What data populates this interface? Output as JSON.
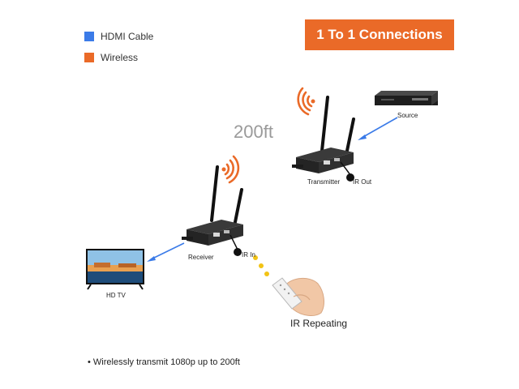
{
  "legend": {
    "items": [
      {
        "label": "HDMI Cable",
        "color": "#3b7be8"
      },
      {
        "label": "Wireless",
        "color": "#ea6a28"
      }
    ]
  },
  "title": "1 To 1 Connections",
  "distance": "200ft",
  "devices": {
    "source": "Source",
    "transmitter": "Transmitter",
    "ir_out": "IR Out",
    "receiver": "Receiver",
    "ir_in": "IR In",
    "tv": "HD TV"
  },
  "ir_caption": "IR Repeating",
  "footnote": "• Wirelessly transmit 1080p up to 200ft",
  "colors": {
    "accent": "#ea6a28",
    "cable": "#3b7be8",
    "device": "#2c2c2c",
    "ir_signal": "#f2c315"
  }
}
